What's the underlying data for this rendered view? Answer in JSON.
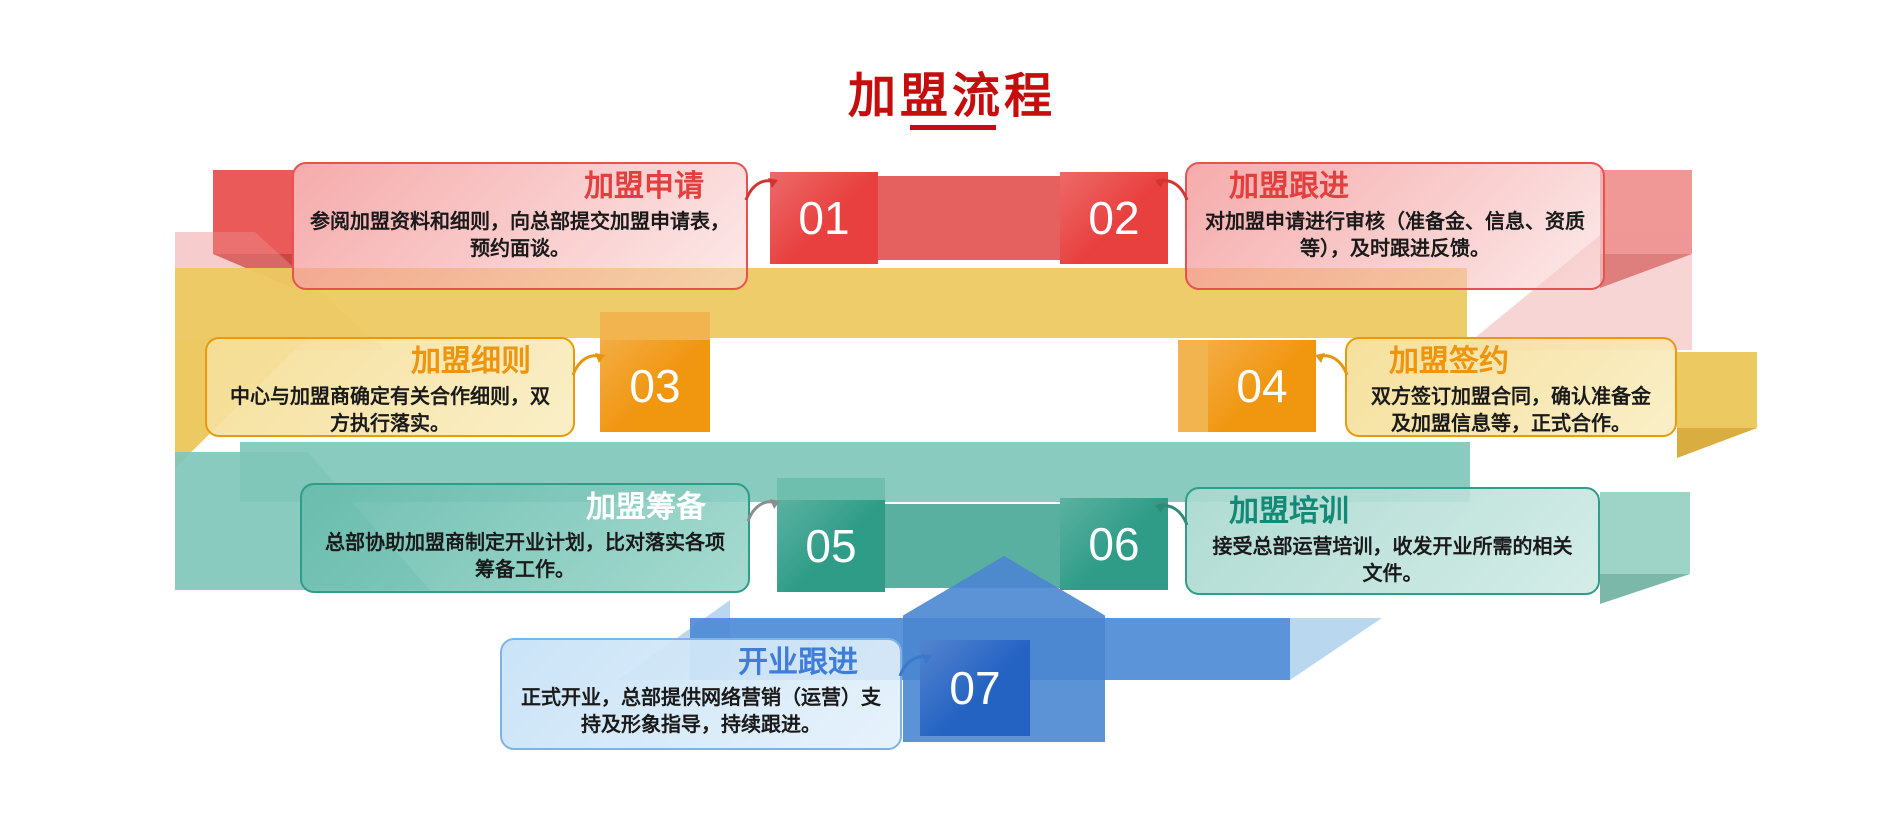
{
  "page": {
    "title": "加盟流程"
  },
  "steps": [
    {
      "num": "01",
      "title": "加盟申请",
      "desc": "参阅加盟资料和细则，向总部提交加盟申请表，预约面谈。",
      "theme_color": "#e8403f"
    },
    {
      "num": "02",
      "title": "加盟跟进",
      "desc": "对加盟申请进行审核（准备金、信息、资质等），及时跟进反馈。",
      "theme_color": "#e8403f"
    },
    {
      "num": "03",
      "title": "加盟细则",
      "desc": "中心与加盟商确定有关合作细则，双方执行落实。",
      "theme_color": "#f0960f"
    },
    {
      "num": "04",
      "title": "加盟签约",
      "desc": "双方签订加盟合同，确认准备金及加盟信息等，正式合作。",
      "theme_color": "#f0960f"
    },
    {
      "num": "05",
      "title": "加盟筹备",
      "desc": "总部协助加盟商制定开业计划，比对落实各项筹备工作。",
      "theme_color": "#2e9c87"
    },
    {
      "num": "06",
      "title": "加盟培训",
      "desc": "接受总部运营培训，收发开业所需的相关文件。",
      "theme_color": "#2e9c87"
    },
    {
      "num": "07",
      "title": "开业跟进",
      "desc": "正式开业，总部提供网络营销（运营）支持及形象指导，持续跟进。",
      "theme_color": "#2563c2"
    }
  ],
  "icons": {
    "arrow_doodle": "hand-drawn curved arrow pointing from each title toward its step number"
  },
  "colors": {
    "title_red": "#c50d0d",
    "red_square": "#e8403f",
    "red_banner": "#e5615f",
    "pink_ribbon": "#f09896",
    "orange_square": "#f0960f",
    "yellow_ribbon": "#edc961",
    "teal_square": "#2e9c87",
    "teal_ribbon": "#7fc7ba",
    "blue_square": "#2563c2",
    "blue_ribbon": "#4d8bd5",
    "body_text": "#1a1a1a",
    "background": "#ffffff"
  }
}
